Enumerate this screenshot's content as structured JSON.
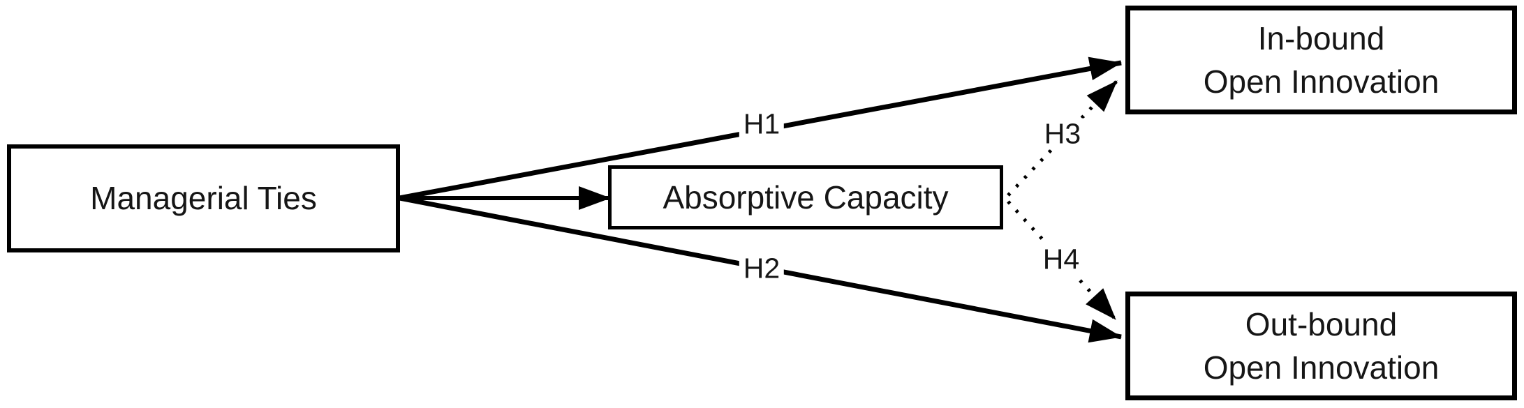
{
  "diagram": {
    "background_color": "#ffffff",
    "line_color": "#000000",
    "text_color": "#161616",
    "nodes": {
      "managerial_ties": {
        "label": "Managerial Ties"
      },
      "absorptive_capacity": {
        "label": "Absorptive Capacity"
      },
      "inbound_open_innovation": {
        "line1": "In-bound",
        "line2": "Open Innovation"
      },
      "outbound_open_innovation": {
        "line1": "Out-bound",
        "line2": "Open Innovation"
      }
    },
    "edges": {
      "h1": {
        "label": "H1",
        "style": "solid",
        "from": "managerial_ties",
        "to": "inbound_open_innovation"
      },
      "h2": {
        "label": "H2",
        "style": "solid",
        "from": "managerial_ties",
        "to": "outbound_open_innovation"
      },
      "mediator_link": {
        "label": "",
        "style": "solid",
        "from": "managerial_ties",
        "to": "absorptive_capacity"
      },
      "h3": {
        "label": "H3",
        "style": "dotted",
        "from": "absorptive_capacity",
        "to": "inbound_open_innovation"
      },
      "h4": {
        "label": "H4",
        "style": "dotted",
        "from": "absorptive_capacity",
        "to": "outbound_open_innovation"
      }
    }
  }
}
